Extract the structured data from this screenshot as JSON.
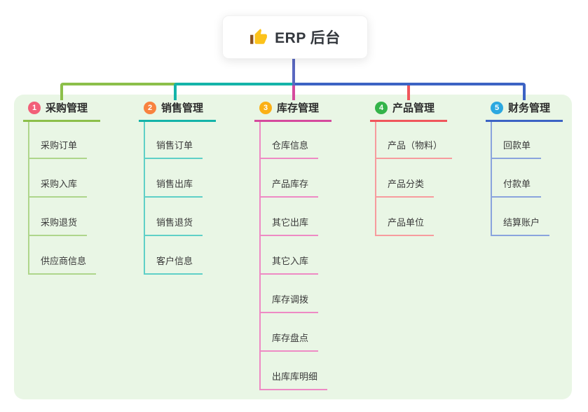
{
  "root": {
    "label": "ERP 后台",
    "icon": "thumbs-up-icon"
  },
  "connector": {
    "root_color": "#5a68c0"
  },
  "canvas": {
    "background": "#ffffff",
    "panel_color": "#e9f6e5"
  },
  "branches": [
    {
      "badge": "1",
      "label": "采购管理",
      "color": "#8cbf4a",
      "light_color": "#aed68b",
      "badge_color": "#f25f78",
      "items": [
        "采购订单",
        "采购入库",
        "采购退货",
        "供应商信息"
      ]
    },
    {
      "badge": "2",
      "label": "销售管理",
      "color": "#14b4a9",
      "light_color": "#5fd0c7",
      "badge_color": "#f8823f",
      "items": [
        "销售订单",
        "销售出库",
        "销售退货",
        "客户信息"
      ]
    },
    {
      "badge": "3",
      "label": "库存管理",
      "color": "#d54a9d",
      "light_color": "#ee8ac4",
      "badge_color": "#fbb016",
      "items": [
        "仓库信息",
        "产品库存",
        "其它出库",
        "其它入库",
        "库存调拨",
        "库存盘点",
        "出库库明细"
      ]
    },
    {
      "badge": "4",
      "label": "产品管理",
      "color": "#f0565c",
      "light_color": "#f79b9e",
      "badge_color": "#34b44a",
      "items": [
        "产品（物料）",
        "产品分类",
        "产品单位"
      ]
    },
    {
      "badge": "5",
      "label": "财务管理",
      "color": "#3c63c4",
      "light_color": "#8aa4dd",
      "badge_color": "#2ca8e0",
      "items": [
        "回款单",
        "付款单",
        "结算账户"
      ]
    }
  ]
}
